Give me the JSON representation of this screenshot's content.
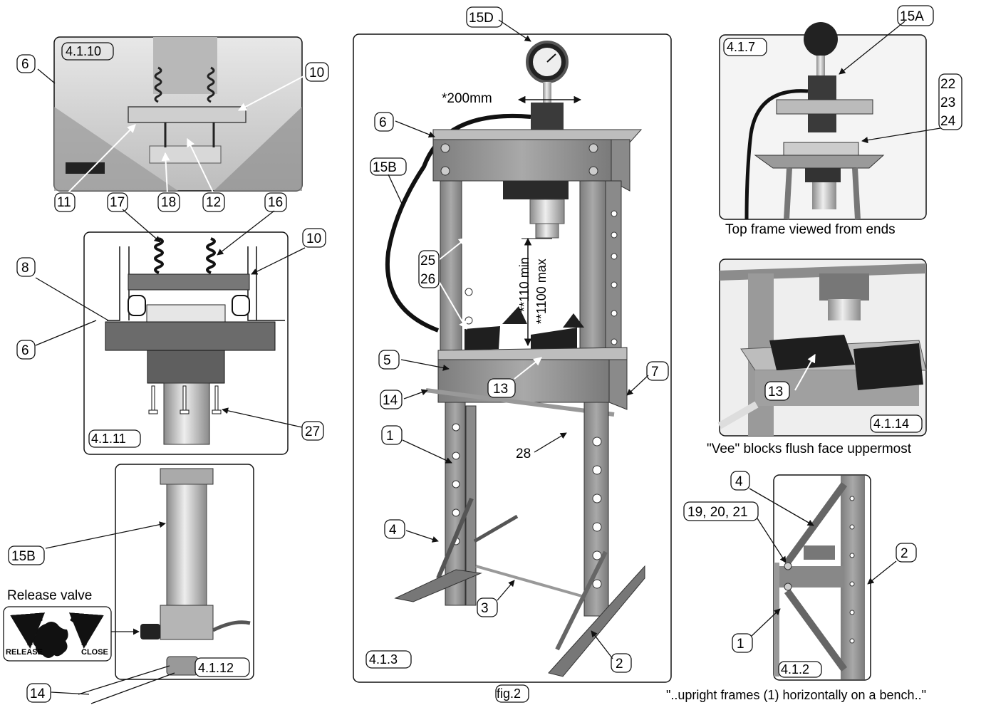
{
  "figure": {
    "label": "fig.2",
    "footnote": "\"..upright frames (1) horizontally on a bench..\""
  },
  "panels": {
    "p4110": {
      "label": "4.1.10"
    },
    "p4111": {
      "label": "4.1.11"
    },
    "p4112": {
      "label": "4.1.12"
    },
    "p413": {
      "label": "4.1.3"
    },
    "p417": {
      "label": "4.1.7",
      "caption": "Top frame viewed from ends"
    },
    "p4114": {
      "label": "4.1.14",
      "caption": "\"Vee\" blocks flush face uppermost"
    },
    "p412": {
      "label": "4.1.2"
    }
  },
  "release_valve": {
    "title": "Release valve",
    "release": "RELEASE",
    "close": "CLOSE"
  },
  "annotations": {
    "width_travel": "*200mm",
    "min_height": "**110 min",
    "max_height": "**1100 max"
  },
  "callouts": {
    "c6a": "6",
    "c10a": "10",
    "c11": "11",
    "c17": "17",
    "c18": "18",
    "c12": "12",
    "c16": "16",
    "c10b": "10",
    "c8": "8",
    "c6b": "6",
    "c27": "27",
    "c15Ba": "15B",
    "c14a": "14",
    "c15D": "15D",
    "c6c": "6",
    "c15Bb": "15B",
    "c25": "25",
    "c26": "26",
    "c5": "5",
    "c14b": "14",
    "c13a": "13",
    "c7": "7",
    "c1a": "1",
    "c28": "28",
    "c4a": "4",
    "c3": "3",
    "c2a": "2",
    "c15A": "15A",
    "c22": "22",
    "c23": "23",
    "c24": "24",
    "c13b": "13",
    "c4b": "4",
    "c192021": "19, 20, 21",
    "c2b": "2",
    "c1b": "1"
  },
  "colors": {
    "steel_grey": "#9b9b9b",
    "dark_grey": "#505050",
    "black_part": "#1c1c1c",
    "chrome": "#c9c9c9",
    "panel_bg": "#dcdcdc"
  }
}
